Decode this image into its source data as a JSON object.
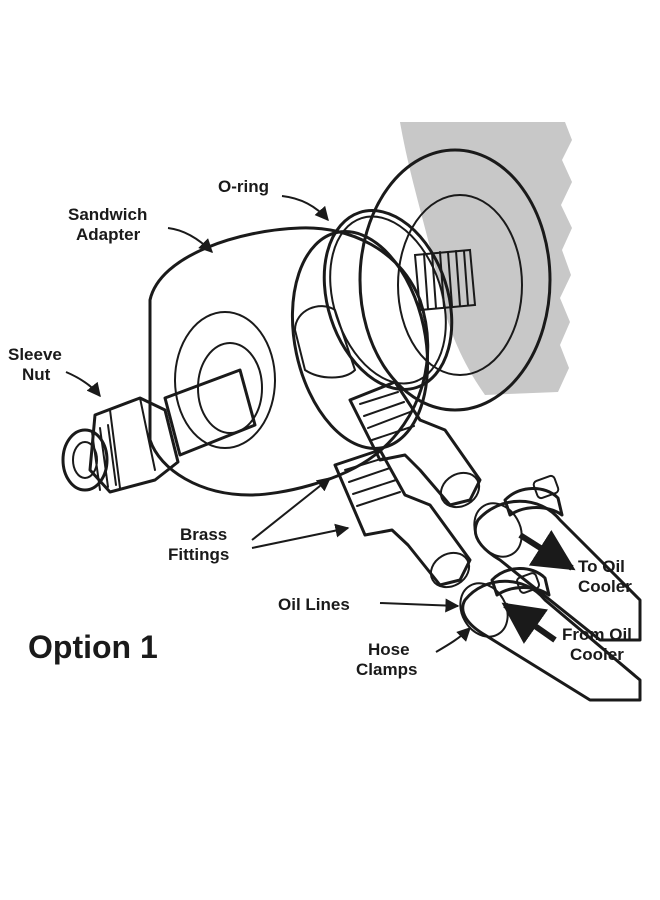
{
  "labels": {
    "o_ring": "O-ring",
    "sandwich_adapter": [
      "Sandwich",
      "Adapter"
    ],
    "sleeve_nut": [
      "Sleeve",
      "Nut"
    ],
    "brass_fittings": [
      "Brass",
      "Fittings"
    ],
    "oil_lines": "Oil Lines",
    "hose_clamps": [
      "Hose",
      "Clamps"
    ],
    "to_oil_cooler": [
      "To Oil",
      "Cooler"
    ],
    "from_oil_cooler": [
      "From Oil",
      "Cooler"
    ]
  },
  "title": "Option 1",
  "colors": {
    "ink": "#1a1a1a",
    "engine_block": "#c8c8c8",
    "background": "#ffffff"
  }
}
